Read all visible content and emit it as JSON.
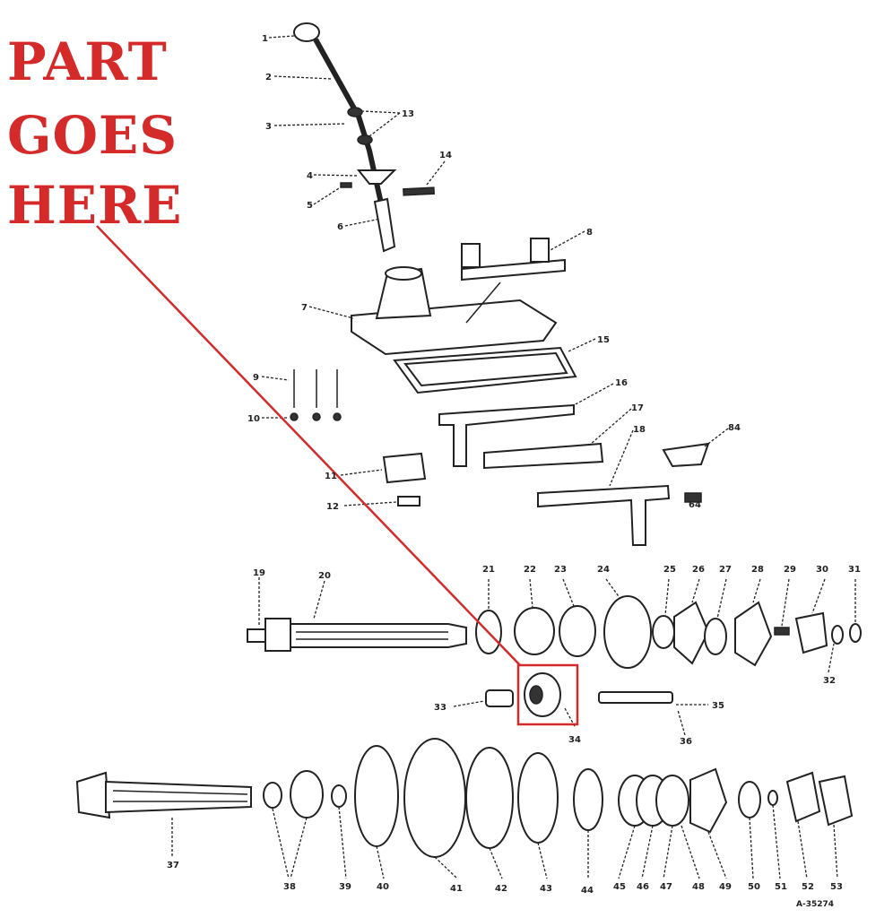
{
  "callout": {
    "lines": [
      "PART",
      "GOES",
      "HERE"
    ],
    "color": "#d42a2a",
    "highlighted_part": "34"
  },
  "drawing_code": "A-35274",
  "part_numbers": {
    "p1": "1",
    "p2": "2",
    "p3": "3",
    "p4": "4",
    "p5": "5",
    "p6": "6",
    "p7": "7",
    "p8": "8",
    "p9": "9",
    "p10": "10",
    "p11": "11",
    "p12": "12",
    "p13": "13",
    "p14": "14",
    "p15": "15",
    "p16": "16",
    "p17": "17",
    "p18": "18",
    "p19": "19",
    "p20": "20",
    "p21": "21",
    "p22": "22",
    "p23": "23",
    "p24": "24",
    "p25": "25",
    "p26": "26",
    "p27": "27",
    "p28": "28",
    "p29": "29",
    "p30": "30",
    "p31": "31",
    "p32": "32",
    "p33": "33",
    "p34": "34",
    "p35": "35",
    "p36": "36",
    "p37": "37",
    "p38": "38",
    "p39": "39",
    "p40": "40",
    "p41": "41",
    "p42": "42",
    "p43": "43",
    "p44": "44",
    "p45": "45",
    "p46": "46",
    "p47": "47",
    "p48": "48",
    "p49": "49",
    "p50": "50",
    "p51": "51",
    "p52": "52",
    "p53": "53",
    "p64": "64",
    "p84": "84"
  }
}
